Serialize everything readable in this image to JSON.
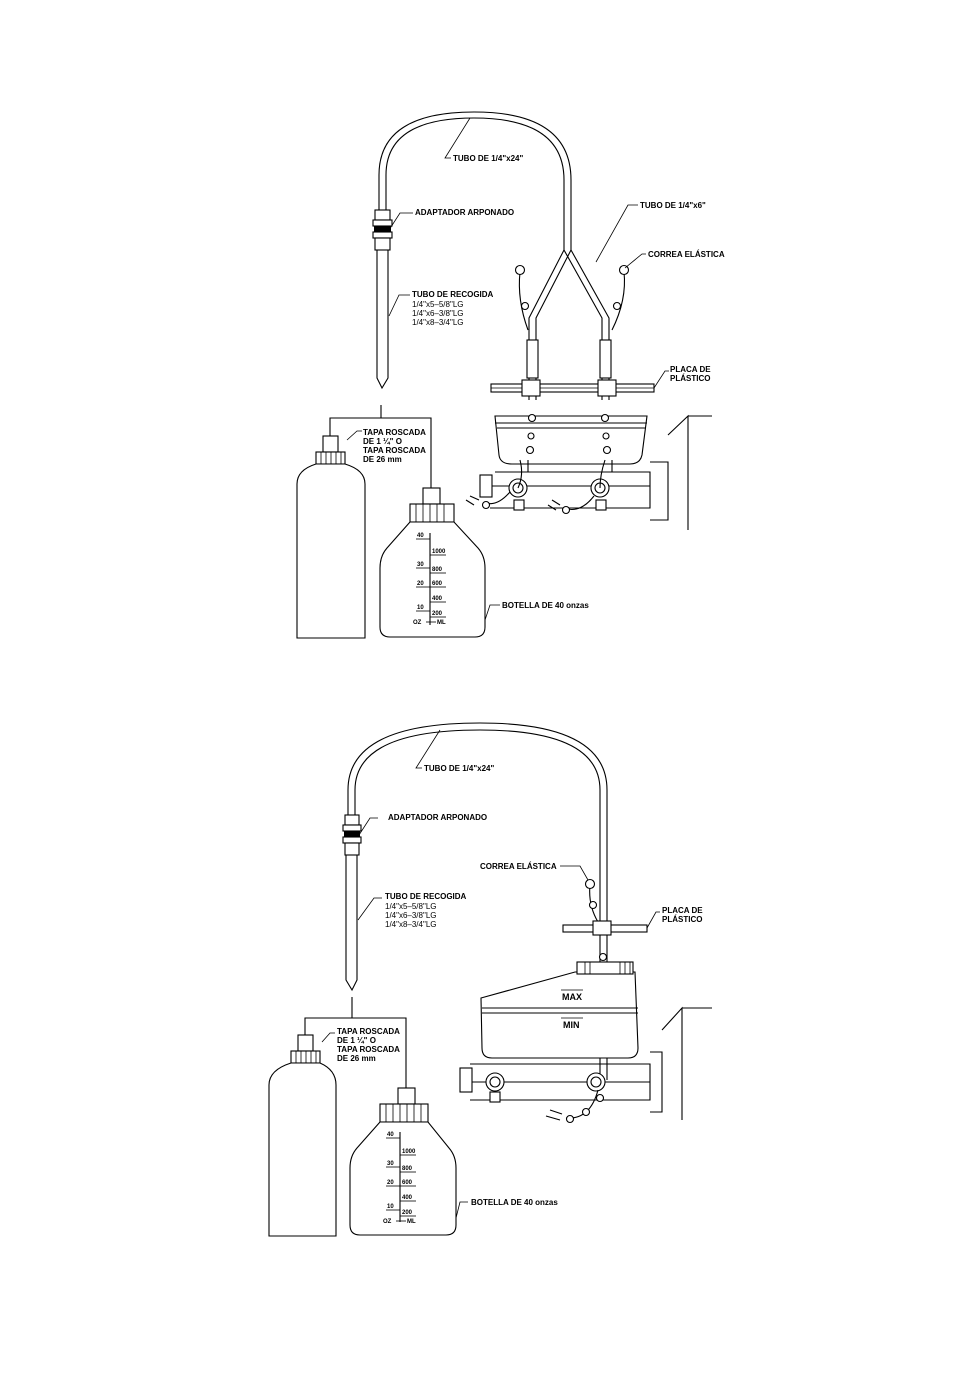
{
  "diagrams": [
    {
      "labels": {
        "tube_24": "TUBO DE 1/4\"x24\"",
        "barbed_adapter": "ADAPTADOR ARPONADO",
        "tube_6": "TUBO DE 1/4\"x6\"",
        "elastic_strap": "CORREA ELÁSTICA",
        "pickup_tube_title": "TUBO DE RECOGIDA",
        "pickup_tube_sizes": [
          "1/4\"x5–5/8\"LG",
          "1/4\"x6–3/8\"LG",
          "1/4\"x8–3/4\"LG"
        ],
        "plastic_plate": [
          "PLACA DE",
          "PLÁSTICO"
        ],
        "screw_cap": [
          "TAPA ROSCADA",
          "DE 1 ¼\" O",
          "TAPA ROSCADA",
          "DE 26 mm"
        ],
        "bottle": "BOTELLA DE 40 onzas"
      }
    },
    {
      "labels": {
        "tube_24": "TUBO DE  1/4\"x24\"",
        "barbed_adapter": "ADAPTADOR ARPONADO",
        "elastic_strap": "CORREA ELÁSTICA",
        "pickup_tube_title": "TUBO DE RECOGIDA",
        "pickup_tube_sizes": [
          "1/4\"x5–5/8\"LG",
          "1/4\"x6–3/8\"LG",
          "1/4\"x8–3/4\"LG"
        ],
        "plastic_plate": [
          "PLACA DE",
          "PLÁSTICO"
        ],
        "screw_cap": [
          "TAPA ROSCADA",
          "DE 1 ¼\" O",
          "TAPA ROSCADA",
          "DE 26 mm"
        ],
        "bottle": "BOTELLA DE 40 onzas",
        "reservoir_max": "MAX",
        "reservoir_min": "MIN"
      }
    }
  ],
  "scale": {
    "oz_marks": [
      "40",
      "30",
      "20",
      "10",
      "OZ"
    ],
    "ml_marks": [
      "1000",
      "800",
      "600",
      "400",
      "200",
      "ML"
    ]
  }
}
